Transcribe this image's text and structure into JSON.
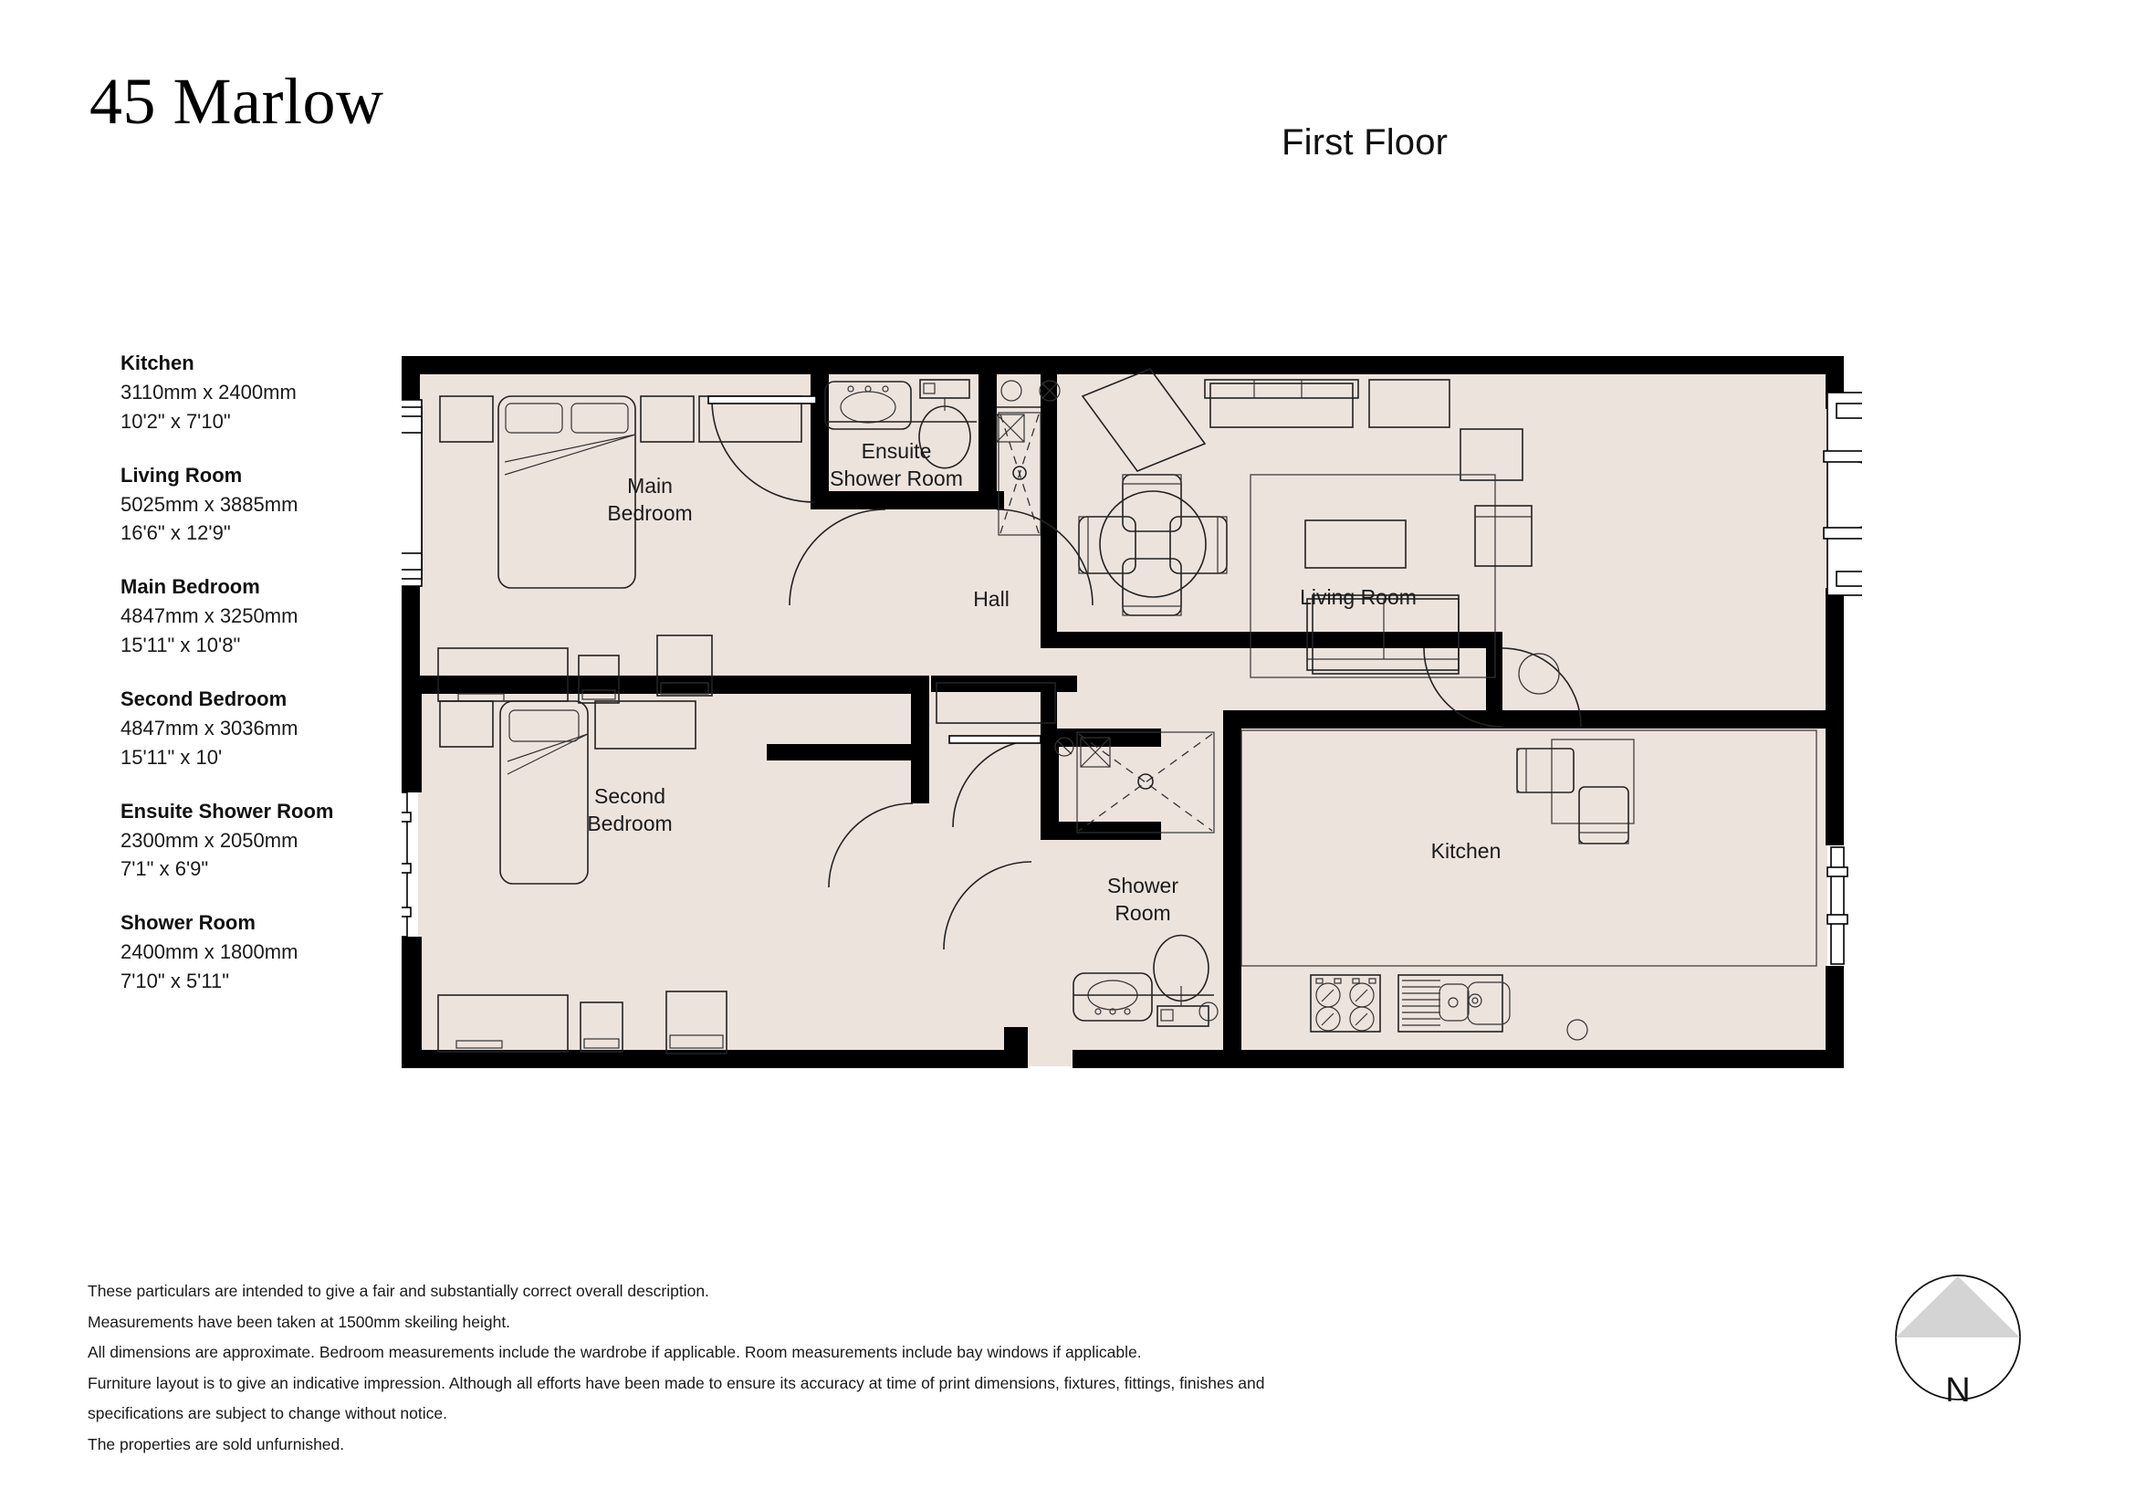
{
  "header": {
    "title": "45 Marlow",
    "floor_label": "First Floor"
  },
  "room_schedule": [
    {
      "name": "Kitchen",
      "metric": "3110mm x 2400mm",
      "imperial": "10'2\" x 7'10\""
    },
    {
      "name": "Living Room",
      "metric": "5025mm x 3885mm",
      "imperial": "16'6\" x 12'9\""
    },
    {
      "name": "Main Bedroom",
      "metric": "4847mm x 3250mm",
      "imperial": "15'11\" x 10'8\""
    },
    {
      "name": "Second Bedroom",
      "metric": "4847mm x 3036mm",
      "imperial": "15'11\" x 10'"
    },
    {
      "name": "Ensuite Shower Room",
      "metric": "2300mm x 2050mm",
      "imperial": "7'1\" x 6'9\""
    },
    {
      "name": "Shower Room",
      "metric": "2400mm x 1800mm",
      "imperial": "7'10\" x 5'11\""
    }
  ],
  "plan": {
    "room_labels": {
      "main_bedroom": "Main Bedroom",
      "main_bedroom_l1": "Main",
      "main_bedroom_l2": "Bedroom",
      "second_bedroom_l1": "Second",
      "second_bedroom_l2": "Bedroom",
      "ensuite_l1": "Ensuite",
      "ensuite_l2": "Shower Room",
      "shower_l1": "Shower",
      "shower_l2": "Room",
      "hall": "Hall",
      "living_room": "Living Room",
      "kitchen": "Kitchen"
    },
    "colors": {
      "floor_fill": "#EDE3DD",
      "wall_fill": "#000000",
      "furniture_stroke": "#222222",
      "compass_triangle": "#D4D4D4"
    }
  },
  "disclaimer": {
    "lines": [
      "These particulars are intended to give a fair and substantially correct overall description.",
      "Measurements have been taken at 1500mm skeiling height.",
      "All dimensions are approximate. Bedroom measurements include the wardrobe if applicable. Room measurements include bay windows if applicable.",
      "Furniture layout is to give an indicative impression. Although all efforts have been made to ensure its accuracy at time of print dimensions, fixtures, fittings, finishes and",
      "specifications are subject to change without notice.",
      "The properties are sold unfurnished."
    ]
  },
  "compass": {
    "letter": "N"
  }
}
